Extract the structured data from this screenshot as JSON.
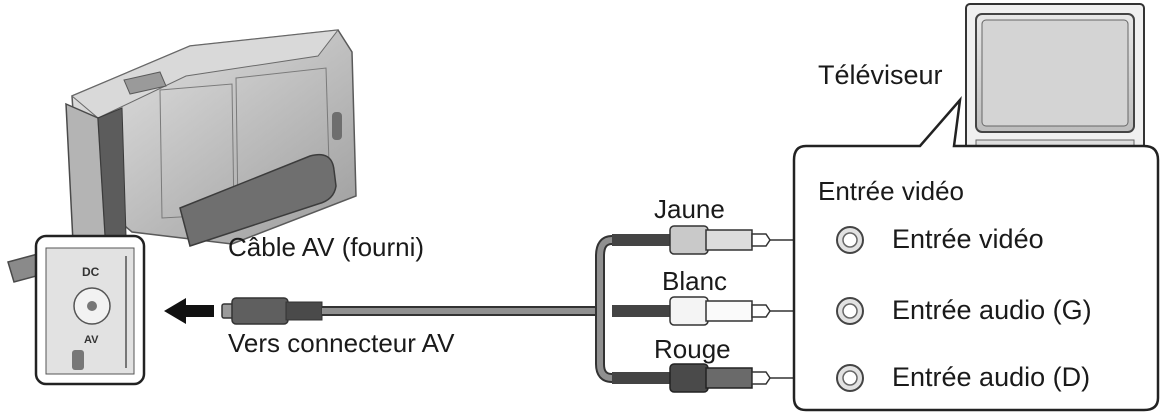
{
  "labels": {
    "tv": "Téléviseur",
    "panel_title": "Entrée vidéo",
    "cable": "Câble AV (fourni)",
    "connector": "Vers connecteur AV",
    "jaune": "Jaune",
    "blanc": "Blanc",
    "rouge": "Rouge",
    "input_video": "Entrée vidéo",
    "input_audio_g": "Entrée audio (G)",
    "input_audio_d": "Entrée audio (D)"
  },
  "camera_panel": {
    "dc": "DC",
    "av": "AV"
  },
  "colors": {
    "jaune_plug": "#c9c9c9",
    "blanc_plug": "#f4f4f4",
    "rouge_plug": "#4a4a4a",
    "cable": "#8f8f8f"
  }
}
